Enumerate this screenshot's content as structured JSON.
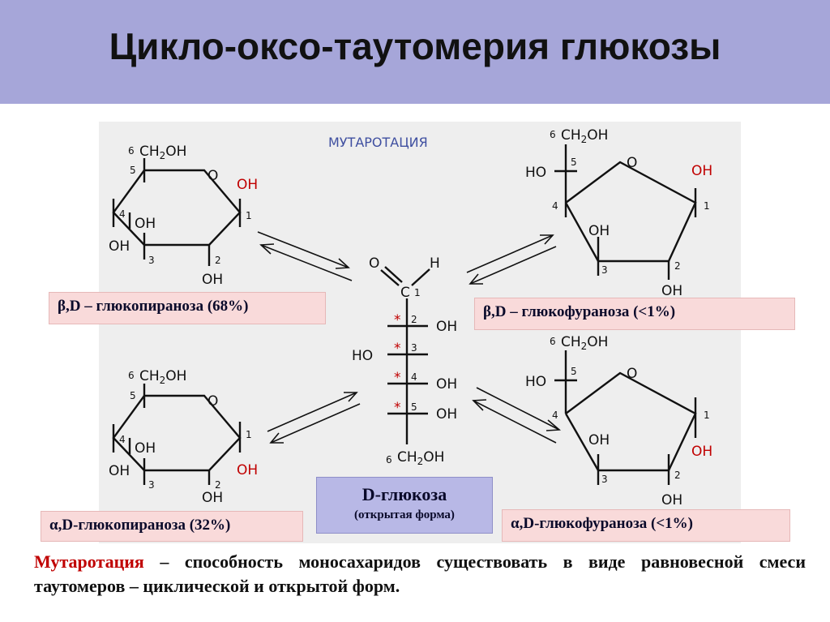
{
  "title": "Цикло-оксо-таутомерия глюкозы",
  "diagram": {
    "caption": "МУТАРОТАЦИЯ",
    "labels": {
      "beta_pyranose": "β,D – глюкопираноза (68%)",
      "beta_furanose": "β,D – глюкофураноза (<1%)",
      "alpha_pyranose": "α,D-глюкопираноза (32%)",
      "alpha_furanose": "α,D-глюкофураноза (<1%)"
    },
    "glucose": {
      "name": "D-глюкоза",
      "subtitle": "(открытая форма)"
    },
    "atoms": {
      "oh": "OH",
      "ho": "HO",
      "o": "O",
      "c": "C",
      "h": "H",
      "ch2oh_prefix": "CH",
      "ch2oh_sub": "2",
      "ch2oh_suffix": "OH",
      "star": "*"
    },
    "numbers": [
      "1",
      "2",
      "3",
      "4",
      "5",
      "6"
    ]
  },
  "definition": {
    "term": "Мутаротация",
    "text": " – способность моносахаридов существовать в виде равновесной смеси таутомеров – циклической и открытой форм."
  },
  "colors": {
    "header": "#a6a6d9",
    "label_bg": "#f9dada",
    "glucose_bg": "#b8b8e6",
    "oh_red": "#c00000",
    "caption_blue": "#3f4fa0"
  }
}
